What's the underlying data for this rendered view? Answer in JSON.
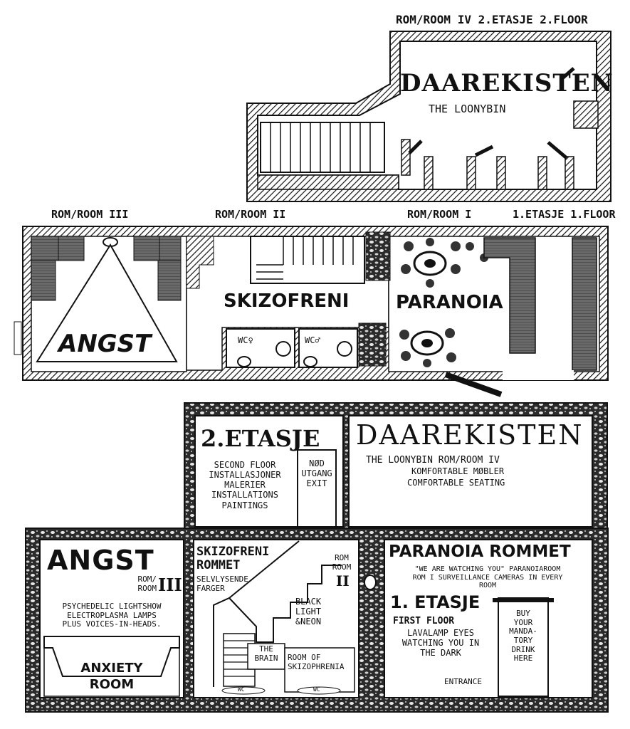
{
  "colors": {
    "ink": "#111111",
    "paper": "#ffffff",
    "wall_fill": "#444444",
    "floor_grey": "#777777"
  },
  "top_labels": {
    "room4_floor": "ROM/ROOM IV 2.ETASJE 2.FLOOR",
    "room3": "ROM/ROOM III",
    "room2": "ROM/ROOM II",
    "room1": "ROM/ROOM I",
    "floor1": "1.ETASJE 1.FLOOR"
  },
  "plan": {
    "daarekisten_title": "DAAREKISTEN",
    "daarekisten_sub": "THE LOONYBIN",
    "angst": "ANGST",
    "skizofreni": "SKIZOFRENI",
    "paranoia": "PARANOIA",
    "wc_female": "WC♀",
    "wc_male": "WC♂"
  },
  "legend": {
    "second_floor": {
      "title": "2.ETASJE",
      "lines": "SECOND FLOOR\nINSTALLASJONER\nMALERIER\nINSTALLATIONS\nPAINTINGS",
      "exit": "NØD\nUTGANG\nEXIT"
    },
    "daarekisten": {
      "title": "DAAREKISTEN",
      "sub1": "THE LOONYBIN ROM/ROOM IV",
      "sub2": "KOMFORTABLE MØBLER",
      "sub3": "COMFORTABLE SEATING"
    },
    "angst": {
      "title": "ANGST",
      "room_label": "ROM/\nROOM",
      "room_num": "III",
      "desc": "PSYCHEDELIC LIGHTSHOW\nELECTROPLASMA LAMPS\nPLUS VOICES-IN-HEADS.",
      "anxiety": "ANXIETY\nROOM"
    },
    "skizofreni": {
      "title": "SKIZOFRENI\nROMMET",
      "sub": "SELVLYSENDE\nFARGER",
      "room_label": "ROM\nROOM",
      "room_num": "II",
      "black_light": "BLACK\nLIGHT\n&NEON",
      "brain": "THE\nBRAIN",
      "room_of": "ROOM OF\nSKIZOPHRENIA",
      "wc1": "WC",
      "wc2": "WC"
    },
    "paranoia": {
      "title": "PARANOIA ROMMET",
      "desc": "\"WE ARE WATCHING YOU\" PARANOIAROOM\nROM I SURVEILLANCE CAMERAS IN EVERY\nROOM",
      "etasje": "1. ETASJE",
      "first_floor": "FIRST FLOOR",
      "lava": "LAVALAMP EYES\nWATCHING YOU IN\nTHE DARK",
      "entrance": "ENTRANCE",
      "bar": "BUY\nYOUR\nMANDA-\nTORY\nDRINK\nHERE"
    }
  }
}
